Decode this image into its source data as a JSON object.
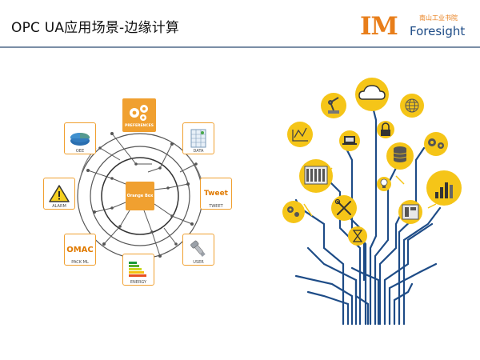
{
  "header": {
    "title": "OPC UA应用场景-边缘计算",
    "logo": {
      "mark": "IM",
      "publisher": "南山工业书院",
      "word": "Foresight"
    }
  },
  "left_diagram": {
    "center": "Orange Box",
    "top_tile": "PREFERENCES",
    "tiles": {
      "oee": "OEE",
      "data": "DATA",
      "alarm": "ALARM",
      "tweet_label": "TWEET",
      "tweet_word": "Tweet",
      "omac_word": "OMAC",
      "packml": "PACK ML",
      "user": "USER",
      "energy": "ENERGY"
    }
  },
  "colors": {
    "orange": "#f0a030",
    "yellow": "#f5c518",
    "navy": "#1e4c87",
    "accent_orange": "#e87e1a"
  },
  "right_tree": {
    "icons": [
      "cloud-icon",
      "robot-arm-icon",
      "globe-icon",
      "chart-icon",
      "lock-icon",
      "laptop-icon",
      "database-icon",
      "gears-icon",
      "server-rack-icon",
      "lightbulb-icon",
      "bar-chart-icon",
      "tools-icon",
      "gears-small-icon",
      "control-panel-icon",
      "hourglass-icon"
    ]
  }
}
